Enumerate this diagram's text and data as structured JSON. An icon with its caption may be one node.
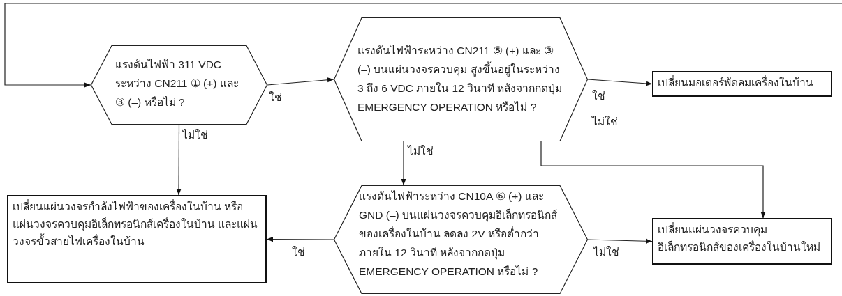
{
  "diagram": {
    "nodes": [
      {
        "text": [
          "แรงดันไฟฟ้า 311 VDC ระหว่าง CN211 ① (+) และ ③ (–) หรือไม่ ?"
        ]
      },
      {
        "text": [
          "แรงดันไฟฟ้าระหว่าง CN211 ⑤ (+) และ ③ (–) บนแผ่นวงจรควบคุม สูงขึ้นอยู่ในระหว่าง 3 ถึง 6 VDC ภายใน 12 วินาที หลังจากกดปุ่ม EMERGENCY OPERATION หรือไม่ ?"
        ]
      },
      {
        "text": [
          "เปลี่ยนมอเตอร์พัดลมเครื่องในบ้าน"
        ]
      },
      {
        "text": [
          "เปลี่ยนแผ่นวงจรกำลังไฟฟ้าของเครื่องในบ้าน หรือแผ่นวงจรควบคุมอิเล็กทรอนิกส์เครื่องในบ้าน และแผ่นวงจรขั้วสายไฟเครื่องในบ้าน"
        ]
      },
      {
        "text": [
          "แรงดันไฟฟ้าระหว่าง CN10A ⑥ (+) และ GND (–) บนแผ่นวงจรควบคุมอิเล็กทรอนิกส์ของเครื่องในบ้าน ลดลง 2V หรือต่ำกว่า ภายใน 12 วินาที หลังจากกดปุ่ม EMERGENCY OPERATION หรือไม่ ?"
        ]
      },
      {
        "text": [
          "เปลี่ยนแผ่นวงจรควบคุมอิเล็กทรอนิกส์ของเครื่องในบ้านใหม่"
        ]
      }
    ],
    "edges": [
      {
        "from": null,
        "to": 0,
        "arrow": "to"
      },
      {
        "from": 0,
        "to": 1,
        "arrow": "to",
        "label": "ใช่"
      },
      {
        "from": 1,
        "to": 2,
        "arrow": "to",
        "label": "ใช่"
      },
      {
        "from": 0,
        "to": 3,
        "arrow": "to",
        "label": "ไม่ใช่"
      },
      {
        "from": 1,
        "to": 4,
        "arrow": "to",
        "label": "ไม่ใช่"
      },
      {
        "from": 1,
        "to": 5,
        "arrow": "to",
        "label": "ไม่ใช่"
      },
      {
        "from": 4,
        "to": 3,
        "arrow": "to",
        "label": "ใช่"
      },
      {
        "from": 4,
        "to": 5,
        "arrow": "to",
        "label": "ไม่ใช่"
      }
    ]
  }
}
